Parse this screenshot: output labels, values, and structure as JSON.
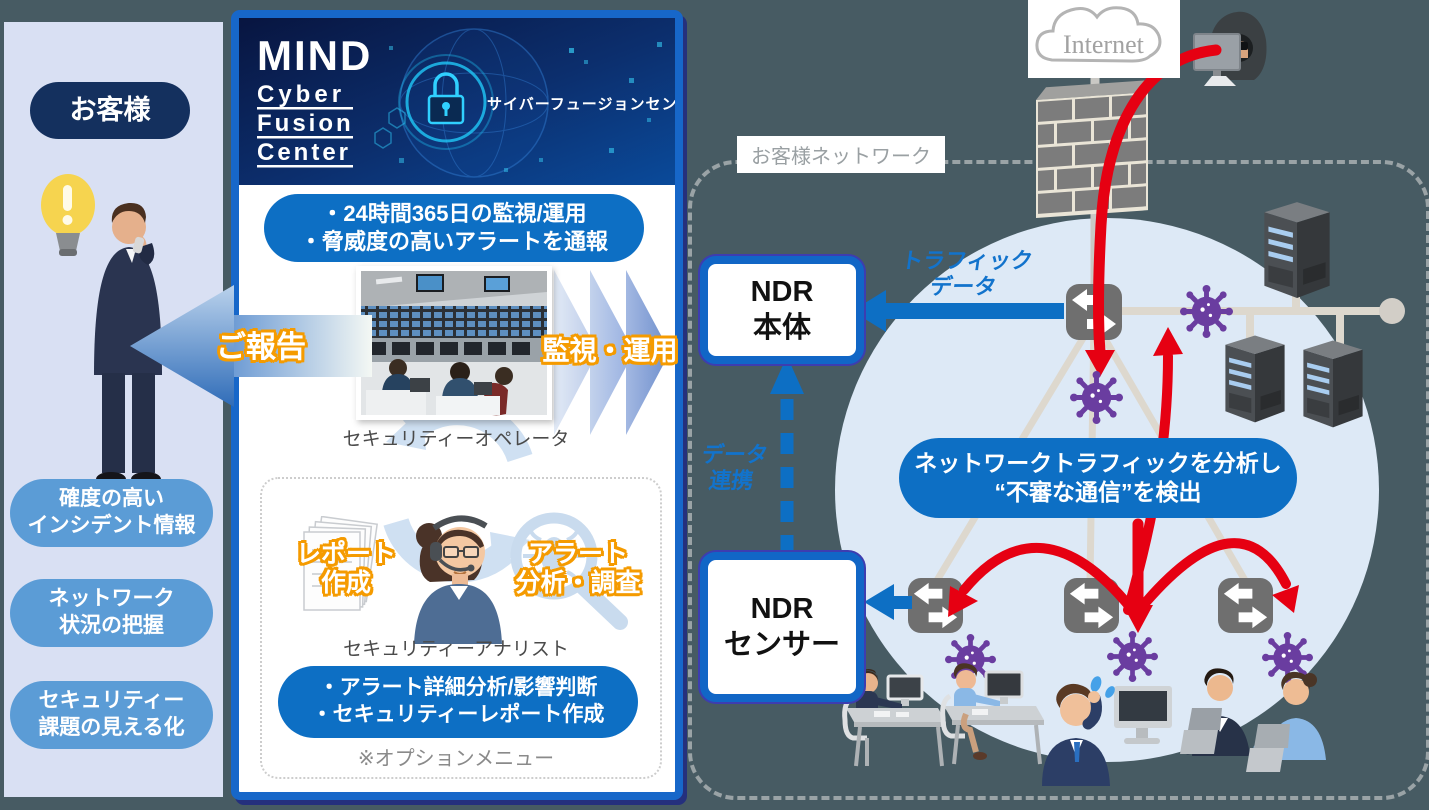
{
  "customer": {
    "title": "お客様",
    "report_arrow": "ご報告",
    "benefits": [
      {
        "line1": "確度の高い",
        "line2": "インシデント情報"
      },
      {
        "line1": "ネットワーク",
        "line2": "状況の把握"
      },
      {
        "line1": "セキュリティー",
        "line2": "課題の見える化"
      }
    ]
  },
  "fusion_center": {
    "banner": {
      "brand": "MIND",
      "brand_sub": [
        "Cyber",
        "Fusion",
        "Center"
      ],
      "subtitle": "サイバーフュージョンセンター"
    },
    "monitoring_points": [
      "・24時間365日の監視/運用",
      "・脅威度の高いアラートを通報"
    ],
    "operator_caption": "セキュリティーオペレータ",
    "monitor_arrow": "監視・運用",
    "option": {
      "report_task": [
        "レポート",
        "作成"
      ],
      "alert_task": [
        "アラート",
        "分析・調査"
      ],
      "analyst_caption": "セキュリティーアナリスト",
      "analyst_points": [
        "・アラート詳細分析/影響判断",
        "・セキュリティーレポート作成"
      ],
      "note": "※オプションメニュー"
    }
  },
  "network": {
    "label": "お客様ネットワーク",
    "internet": "Internet",
    "ndr_main": [
      "NDR",
      "本体"
    ],
    "ndr_sensor": [
      "NDR",
      "センサー"
    ],
    "traffic_data": [
      "トラフィック",
      "データ"
    ],
    "data_link": [
      "データ",
      "連携"
    ],
    "detection": [
      "ネットワークトラフィックを分析し",
      "“不審な通信”を検出"
    ]
  },
  "colors": {
    "accent_blue": "#0d6fc4",
    "panel_border_blue": "#1767c9",
    "benefit_blue": "#5b9cd6",
    "navy": "#14305e",
    "alert_red": "#e60012",
    "virus_purple": "#6a3da0",
    "label_outline_orange": "#f59b00",
    "page_background": "#475b63"
  }
}
